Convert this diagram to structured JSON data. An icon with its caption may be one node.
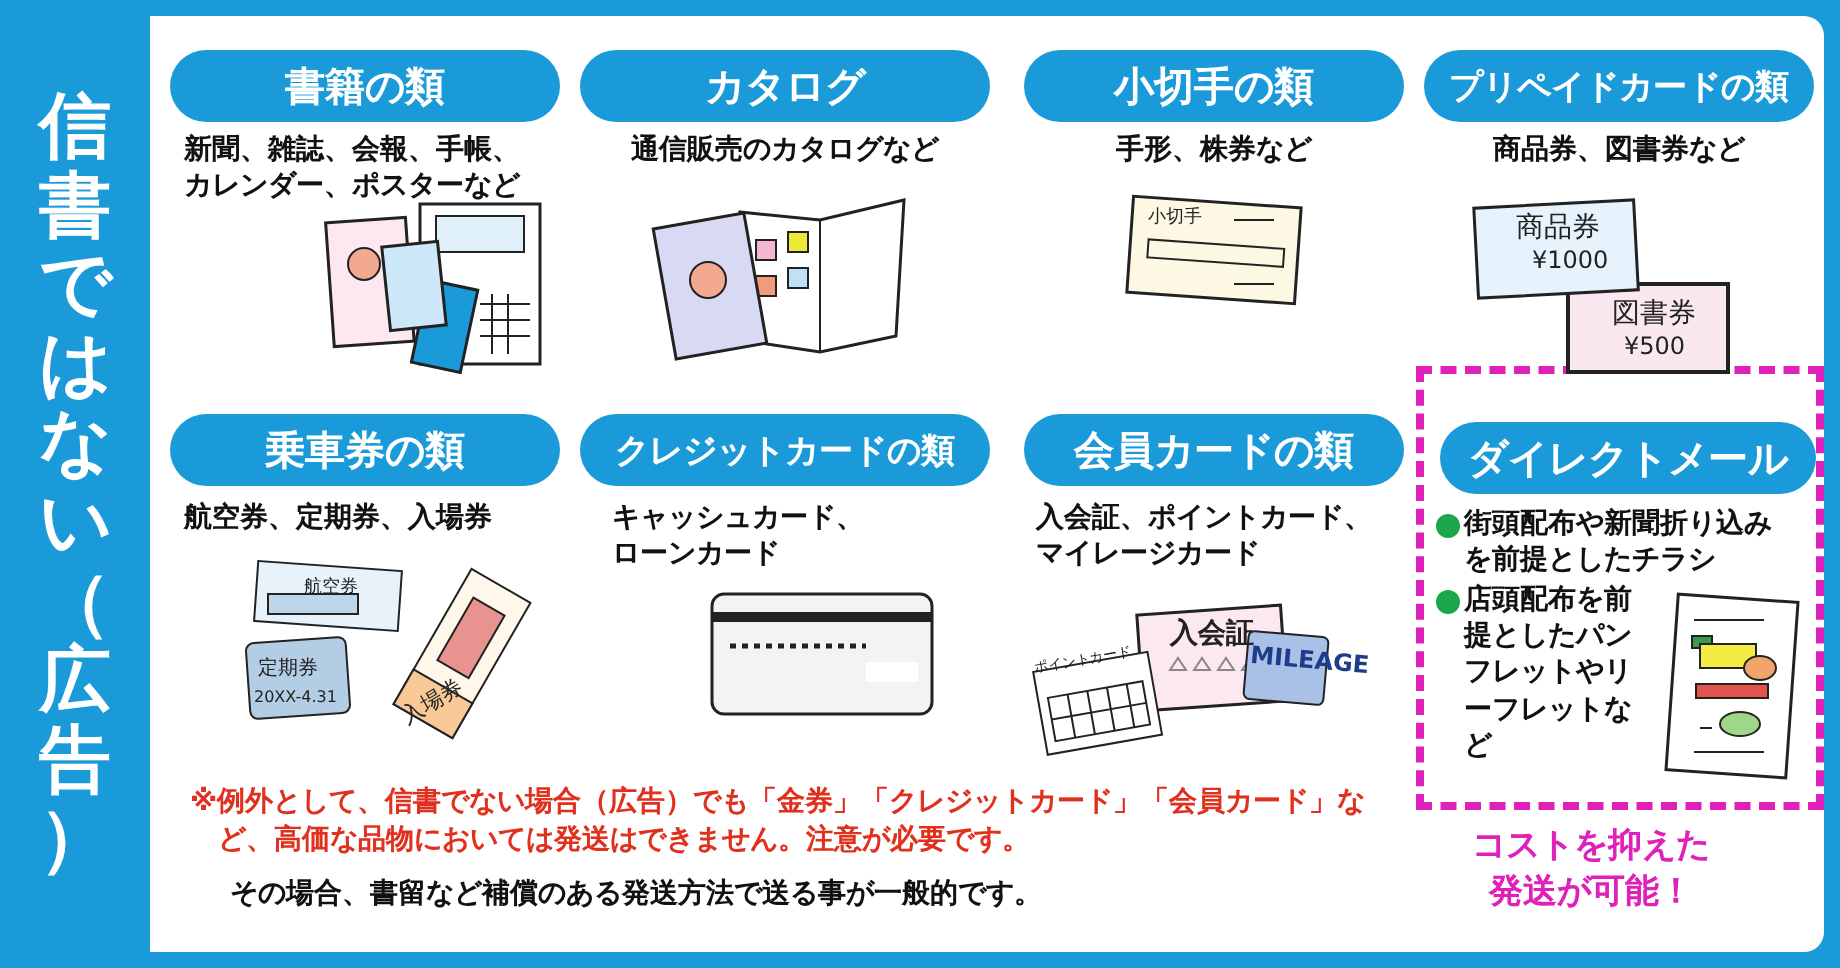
{
  "diagram": {
    "nodes": [
      {
        "text": [
          "信書ではない（広告）"
        ]
      },
      {
        "text": [
          "書籍の類"
        ],
        "beside": [
          "新聞、雑誌、会報、手帳、カレンダー、ポスターなど"
        ]
      },
      {
        "text": [
          "カタログ"
        ],
        "beside": [
          "通信販売のカタログなど"
        ]
      },
      {
        "text": [
          "小切手の類"
        ],
        "beside": [
          "手形、株券など"
        ]
      },
      {
        "text": [
          "プリペイドカードの類"
        ],
        "beside": [
          "商品券、図書券など"
        ]
      },
      {
        "text": [
          "乗車券の類"
        ],
        "beside": [
          "航空券、定期券、入場券"
        ]
      },
      {
        "text": [
          "クレジットカードの類"
        ],
        "beside": [
          "キャッシュカード、ローンカード"
        ]
      },
      {
        "text": [
          "会員カードの類"
        ],
        "beside": [
          "入会証、ポイントカード、マイレージカード"
        ]
      },
      {
        "text": [
          "街頭配布や新聞折り込みを前提としたチラシ",
          "店頭配布を前提としたパンフレットやリーフレットなど"
        ]
      },
      {
        "text": [
          "ダイレクトメール"
        ],
        "in": 8
      }
    ],
    "labels": [
      "小切手",
      "商品券",
      "¥1000",
      "図書券",
      "¥500",
      "航空券",
      "定期券",
      "20XX-4.31",
      "入場券",
      "ポイントカード",
      "入会証",
      "MILEAGE",
      "※例外として、信書でない場合（広告）でも「金券」「クレジットカード」「会員カード」など、高価な品物においては発送はできません。注意が必要です。",
      "その場合、書留など補償のある発送方法で送る事が一般的です。",
      "コストを抑えた発送が可能！"
    ]
  }
}
